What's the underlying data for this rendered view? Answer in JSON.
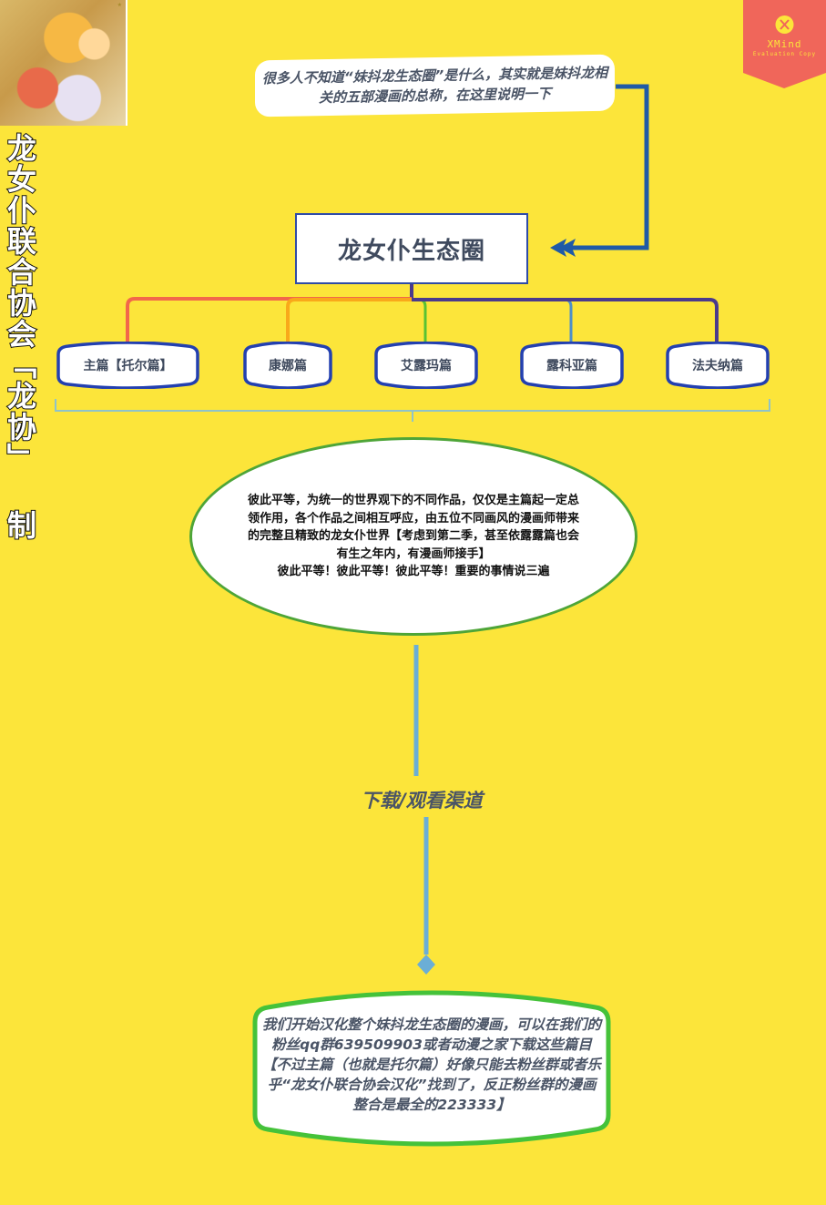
{
  "cover_image": {
    "alt": "Miss Kobayashi's Dragon Maid cover art (Tohru, Kobayashi, Kanna)"
  },
  "side_title": "龙女仆联合协会「龙协」 制",
  "watermark": {
    "icon": "xmind-x-icon",
    "title": "XMind",
    "subtitle": "Evaluation Copy",
    "color": "#F0665A"
  },
  "note": {
    "text": "很多人不知道“妹抖龙生态圈”是什么，其实就是妹抖龙相关的五部漫画的总称，在这里说明一下"
  },
  "central_topic": {
    "label": "龙女仆生态圈"
  },
  "subtopics": [
    {
      "label": "主篇【托尔篇】",
      "branch_color": "#F2674A"
    },
    {
      "label": "康娜篇",
      "branch_color": "#F9A91A"
    },
    {
      "label": "艾露玛篇",
      "branch_color": "#58C234"
    },
    {
      "label": "露科亚篇",
      "branch_color": "#4C8EC9"
    },
    {
      "label": "法夫纳篇",
      "branch_color": "#4A3A8C"
    }
  ],
  "summary": {
    "text": "彼此平等，为统一的世界观下的不同作品，仅仅是主篇起一定总领作用，各个作品之间相互呼应，由五位不同画风的漫画师带来的完整且精致的龙女仆世界【考虑到第二季，甚至依露露篇也会有生之年内，有漫画师接手】\n彼此平等！彼此平等！彼此平等！重要的事情说三遍"
  },
  "relationship_label": "下载/观看渠道",
  "bottom_topic": {
    "text": "我们开始汉化整个妹抖龙生态圈的漫画，可以在我们的粉丝qq群639509903或者动漫之家下载这些篇目【不过主篇（也就是托尔篇）好像只能去粉丝群或者乐乎“龙女仆联合协会汉化”找到了，反正粉丝群的漫画整合是最全的223333】"
  },
  "colors": {
    "background": "#FCE53A",
    "central_border": "#2F4BA8",
    "subtopic_border": "#2340B0",
    "arrow": "#1F5AA6",
    "summary_line": "#8FC3C9",
    "relationship_line": "#6BAED6",
    "ellipse_border": "#4EA538",
    "bottom_border": "#45C23A",
    "text_dark": "#3F4A5E"
  }
}
